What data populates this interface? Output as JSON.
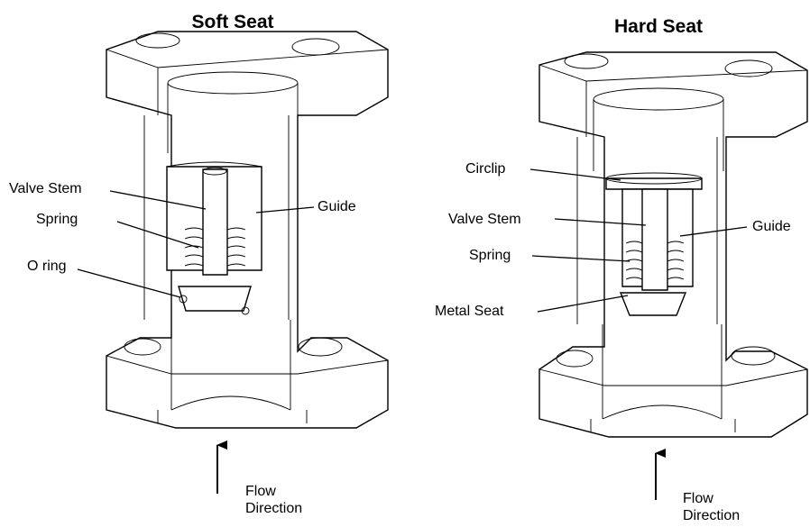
{
  "soft_seat": {
    "title": "Soft Seat",
    "labels": {
      "valve_stem": "Valve Stem",
      "spring": "Spring",
      "o_ring": "O ring",
      "guide": "Guide"
    },
    "flow_line1": "Flow",
    "flow_line2": "Direction"
  },
  "hard_seat": {
    "title": "Hard Seat",
    "labels": {
      "circlip": "Circlip",
      "valve_stem": "Valve Stem",
      "spring": "Spring",
      "metal_seat": "Metal Seat",
      "guide": "Guide"
    },
    "flow_line1": "Flow",
    "flow_line2": "Direction"
  }
}
